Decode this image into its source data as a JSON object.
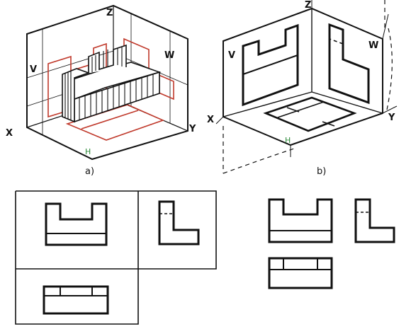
{
  "panel_a": {
    "caption": "a)",
    "axis_z": "Z",
    "axis_x": "X",
    "axis_y": "Y",
    "plane_v": "V",
    "plane_w": "W",
    "plane_h": "H"
  },
  "panel_b": {
    "caption": "b)",
    "axis_z": "Z",
    "axis_x": "X",
    "axis_y": "Y",
    "plane_v": "V",
    "plane_w": "W",
    "plane_h": "H"
  },
  "colors": {
    "line": "#111111",
    "hidden_red": "#c0392b",
    "h_label_green": "#2e8b3a"
  }
}
